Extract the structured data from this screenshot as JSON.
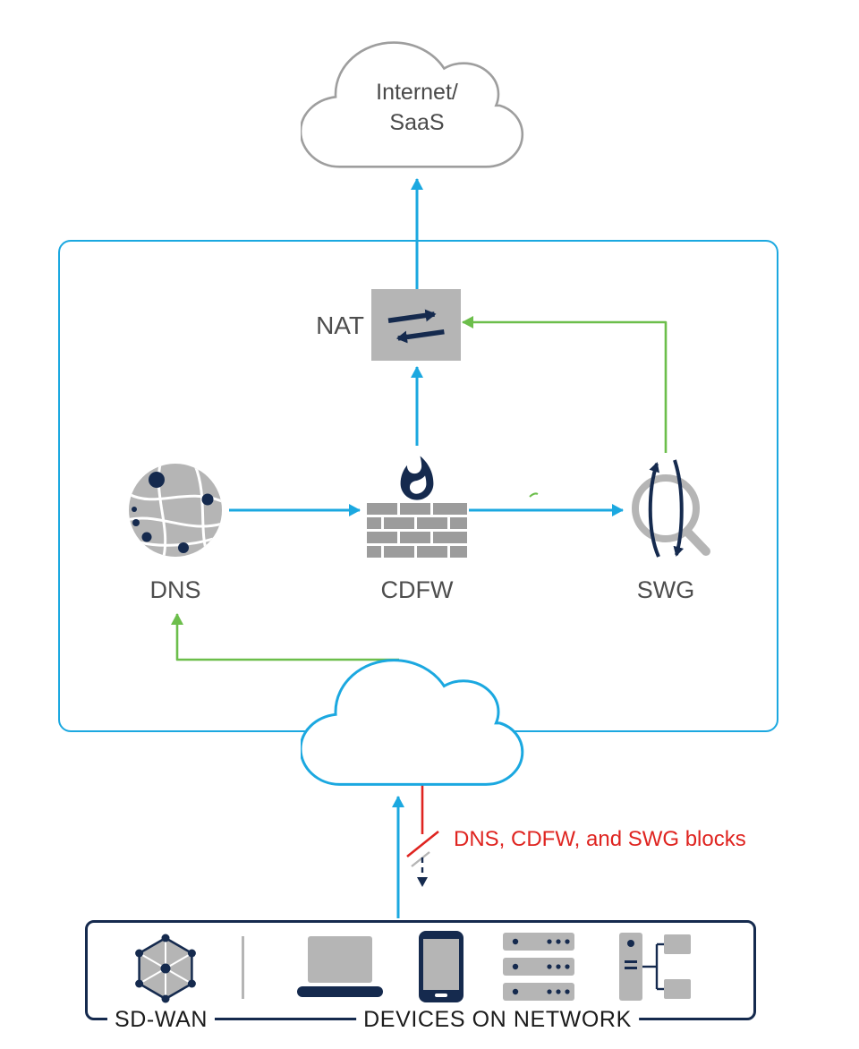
{
  "colors": {
    "blue": "#1ba8e0",
    "green": "#6cbe4b",
    "navy": "#152a4e",
    "gray_icon": "#b5b5b5",
    "gray_brick": "#9c9c9c",
    "cloud_stroke_gray": "#9e9e9e",
    "red": "#df2420",
    "label_gray": "#4d4d4d",
    "label_dark": "#1b1b1b"
  },
  "labels": {
    "internet_line1": "Internet/",
    "internet_line2": "SaaS",
    "nat": "NAT",
    "dns": "DNS",
    "cdfw": "CDFW",
    "swg": "SWG",
    "block_note": "DNS, CDFW, and SWG blocks",
    "sdwan": "SD-WAN",
    "devices": "DEVICES ON NETWORK"
  },
  "icon_names": {
    "internet_cloud": "cloud-outline-icon",
    "secure_cloud": "cloud-outline-icon",
    "nat": "swap-arrows-icon",
    "dns": "globe-network-icon",
    "cdfw": "firewall-flame-icon",
    "swg": "magnifier-traffic-icon",
    "sdwan": "mesh-hexagon-icon",
    "devices": [
      "laptop-icon",
      "phone-icon",
      "server-stack-icon",
      "workstation-network-icon"
    ]
  }
}
